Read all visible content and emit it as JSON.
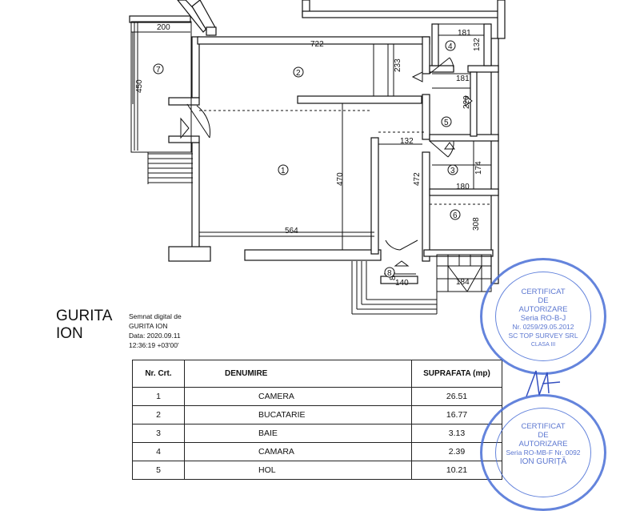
{
  "plan": {
    "dimensions": {
      "d200": "200",
      "d722": "722",
      "d450": "450",
      "d233": "233",
      "d181a": "181",
      "d132a": "132",
      "d181b": "181",
      "d220": "220",
      "d132b": "132",
      "d174": "174",
      "d180": "180",
      "d470": "470",
      "d472": "472",
      "d308": "308",
      "d564": "564",
      "d84": "84",
      "d140": "140",
      "d184": "184"
    },
    "room_markers": {
      "r1": "1",
      "r2": "2",
      "r3": "3",
      "r4": "4",
      "r5": "5",
      "r6": "6",
      "r7": "7",
      "r8": "8"
    }
  },
  "signature": {
    "name_line1": "GURITA",
    "name_line2": "ION",
    "line1": "Semnat digital de",
    "line2": "GURITA ION",
    "line3": "Data: 2020.09.11",
    "line4": "12:36:19 +03'00'"
  },
  "stamp_top": {
    "l1": "CERTIFICAT",
    "l2": "DE",
    "l3": "AUTORIZARE",
    "l4": "Seria RO-B-J",
    "l5": "Nr. 0259/29.05.2012",
    "l6": "SC TOP SURVEY SRL",
    "l7": "CLASA III"
  },
  "stamp_bottom": {
    "l1": "CERTIFICAT",
    "l2": "DE",
    "l3": "AUTORIZARE",
    "l4": "Seria RO-MB-F Nr. 0092",
    "l5": "ION GURIȚĂ"
  },
  "table": {
    "headers": [
      "Nr. Crt.",
      "DENUMIRE",
      "SUPRAFATA (mp)"
    ],
    "rows": [
      {
        "nr": "1",
        "name": "CAMERA",
        "area": "26.51"
      },
      {
        "nr": "2",
        "name": "BUCATARIE",
        "area": "16.77"
      },
      {
        "nr": "3",
        "name": "BAIE",
        "area": "3.13"
      },
      {
        "nr": "4",
        "name": "CAMARA",
        "area": "2.39"
      },
      {
        "nr": "5",
        "name": "HOL",
        "area": "10.21"
      }
    ]
  }
}
